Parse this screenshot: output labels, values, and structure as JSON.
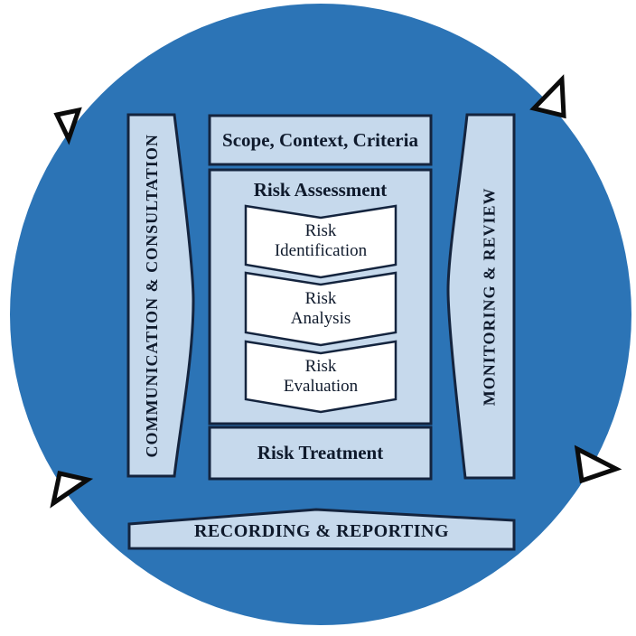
{
  "colors": {
    "page_bg": "#FFFFFF",
    "circle_blue": "#2C74B6",
    "panel_blue": "#C6D9EC",
    "chevron_white": "#FFFFFF",
    "border_navy": "#14243E",
    "text_navy": "#0F1A2C",
    "arrow_black": "#0B0B0B"
  },
  "outer_loops": {
    "left_bar": "COMMUNICATION & CONSULTATION",
    "right_bar": "MONITORING & REVIEW",
    "bottom_bar": "RECORDING & REPORTING"
  },
  "process": {
    "scope_box": "Scope, Context, Criteria",
    "assessment": {
      "title": "Risk Assessment",
      "steps": [
        {
          "line1": "Risk",
          "line2": "Identification"
        },
        {
          "line1": "Risk",
          "line2": "Analysis"
        },
        {
          "line1": "Risk",
          "line2": "Evaluation"
        }
      ]
    },
    "treatment_box": "Risk Treatment"
  },
  "icons": {
    "rotation_arrowheads": [
      "top-left",
      "top-right",
      "bottom-left",
      "bottom-right"
    ]
  }
}
